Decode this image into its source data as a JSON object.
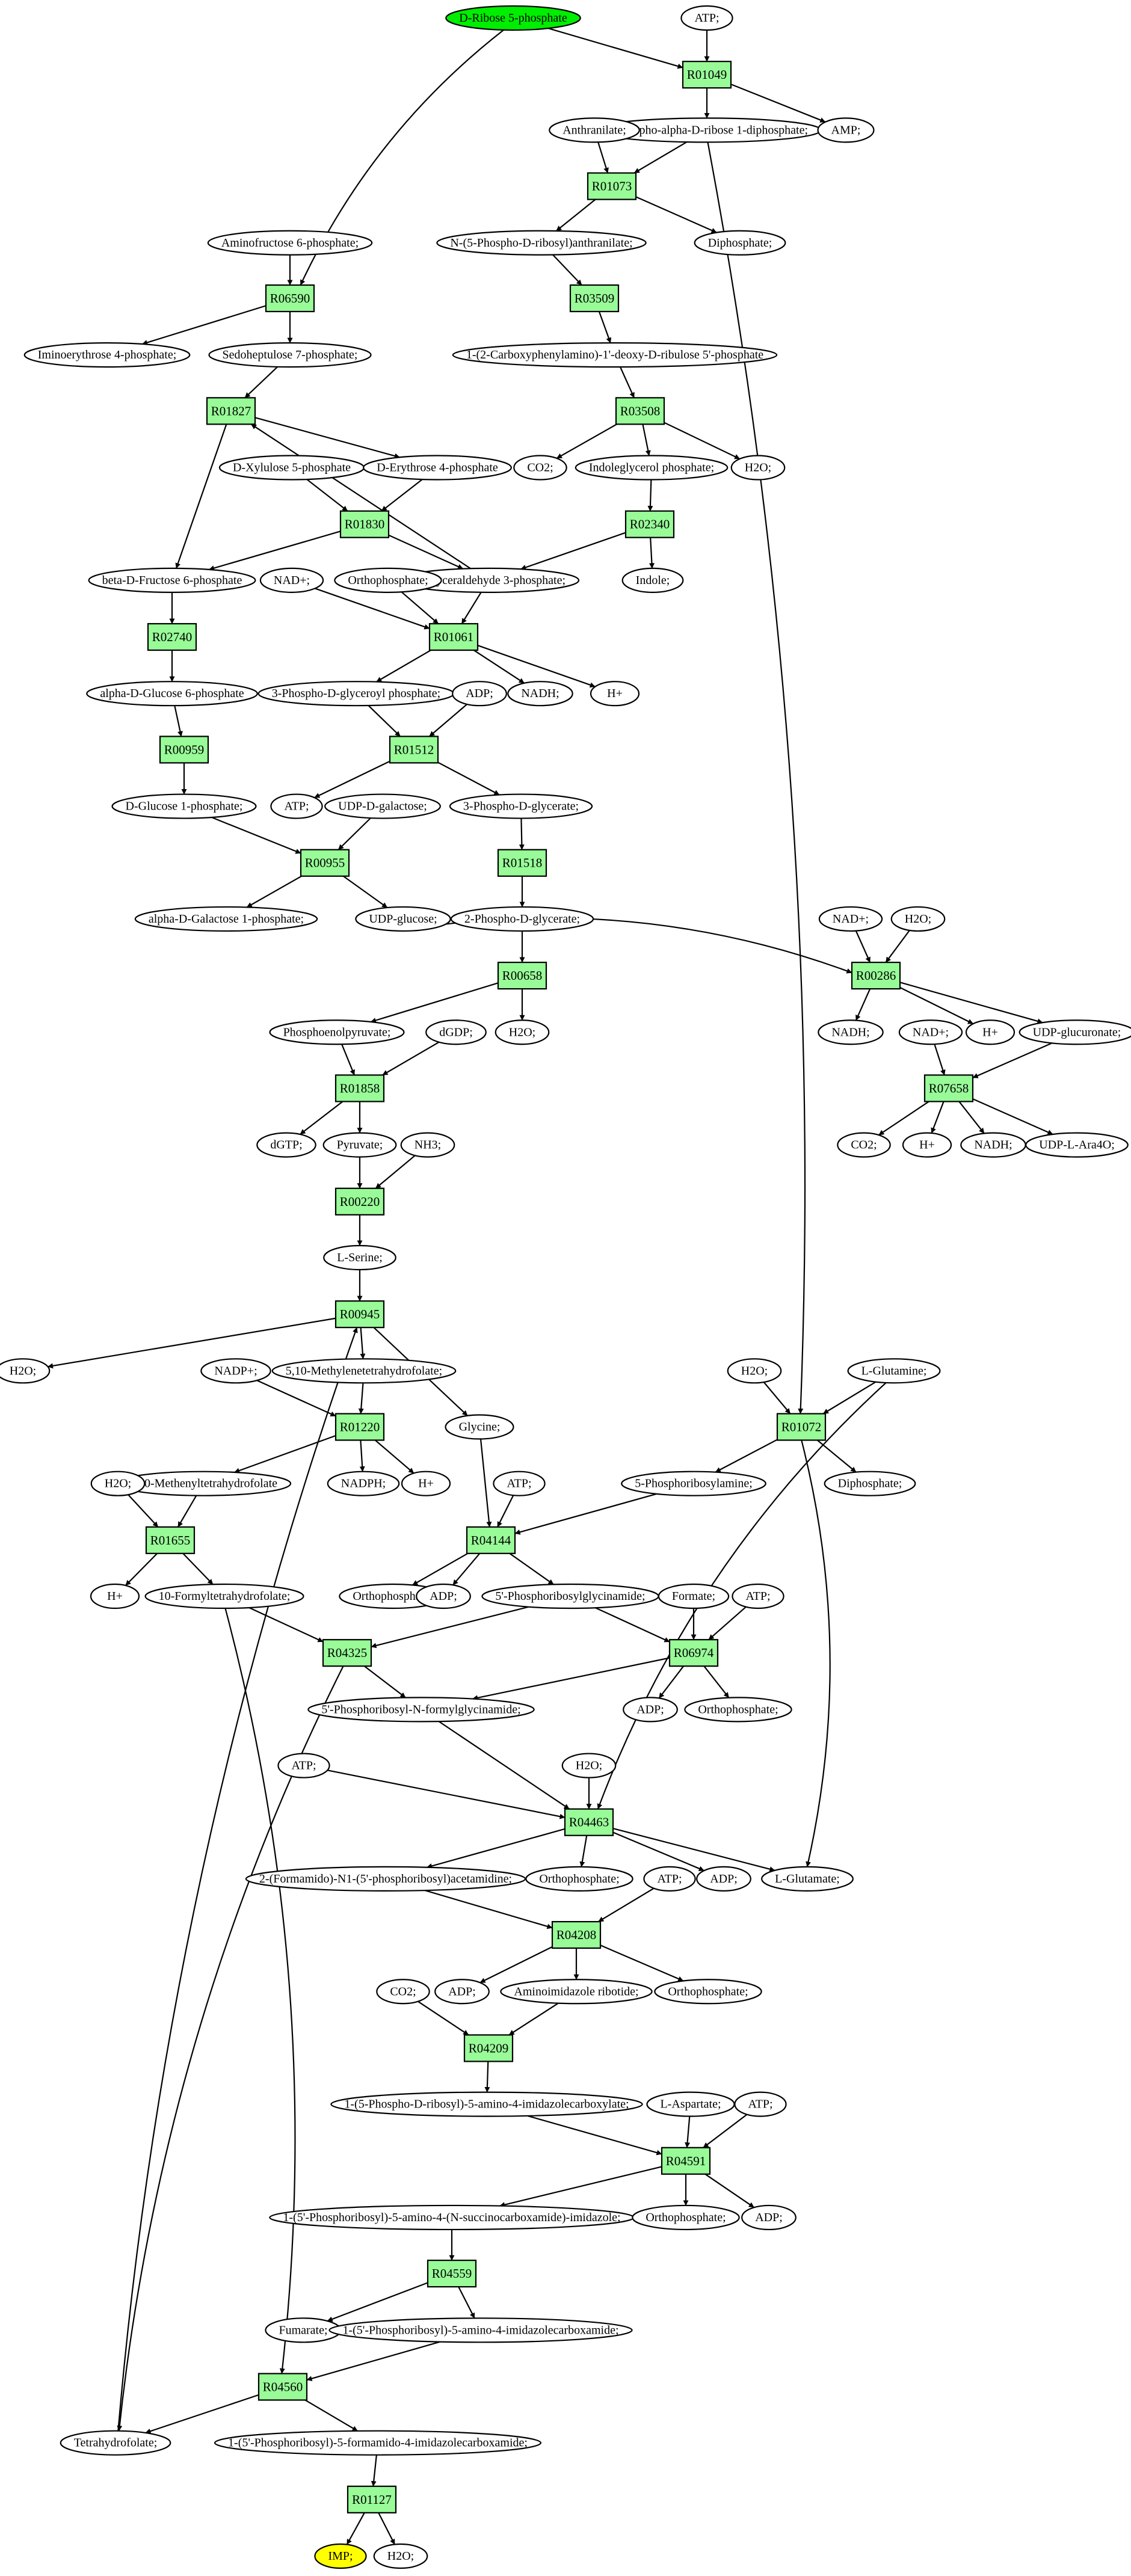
{
  "colors": {
    "source": "#00ee00",
    "target": "#ffff00",
    "reaction": "#98fb98",
    "compound": "#ffffff"
  },
  "compounds": [
    {
      "id": "c_ribose",
      "label": "D-Ribose 5-phosphate",
      "fill": "#00ee00"
    },
    {
      "id": "c_atp1",
      "label": "ATP;"
    },
    {
      "id": "c_prpp",
      "label": "5-Phospho-alpha-D-ribose 1-diphosphate;"
    },
    {
      "id": "c_amp",
      "label": "AMP;"
    },
    {
      "id": "c_anth",
      "label": "Anthranilate;"
    },
    {
      "id": "c_npra",
      "label": "N-(5-Phospho-D-ribosyl)anthranilate;"
    },
    {
      "id": "c_diph1",
      "label": "Diphosphate;"
    },
    {
      "id": "c_cdrp",
      "label": "1-(2-Carboxyphenylamino)-1'-deoxy-D-ribulose 5'-phosphate"
    },
    {
      "id": "c_co2a",
      "label": "CO2;"
    },
    {
      "id": "c_igp",
      "label": "Indoleglycerol phosphate;"
    },
    {
      "id": "c_h2o1",
      "label": "H2O;"
    },
    {
      "id": "c_indole",
      "label": "Indole;"
    },
    {
      "id": "c_amf6p",
      "label": "Aminofructose 6-phosphate;"
    },
    {
      "id": "c_ie4p",
      "label": "Iminoerythrose 4-phosphate;"
    },
    {
      "id": "c_s7p",
      "label": "Sedoheptulose 7-phosphate;"
    },
    {
      "id": "c_xu5p",
      "label": "D-Xylulose 5-phosphate"
    },
    {
      "id": "c_e4p",
      "label": "D-Erythrose 4-phosphate"
    },
    {
      "id": "c_f6p",
      "label": "beta-D-Fructose 6-phosphate"
    },
    {
      "id": "c_g3p",
      "label": "D-Glyceraldehyde 3-phosphate;"
    },
    {
      "id": "c_nad1",
      "label": "NAD+;"
    },
    {
      "id": "c_ortho1",
      "label": "Orthophosphate;"
    },
    {
      "id": "c_bpg",
      "label": "3-Phospho-D-glyceroyl phosphate;"
    },
    {
      "id": "c_nadh1",
      "label": "NADH;"
    },
    {
      "id": "c_h1",
      "label": "H+"
    },
    {
      "id": "c_g6p",
      "label": "alpha-D-Glucose 6-phosphate"
    },
    {
      "id": "c_adp1",
      "label": "ADP;"
    },
    {
      "id": "c_g1p",
      "label": "D-Glucose 1-phosphate;"
    },
    {
      "id": "c_atp2",
      "label": "ATP;"
    },
    {
      "id": "c_udpgal",
      "label": "UDP-D-galactose;"
    },
    {
      "id": "c_3pg",
      "label": "3-Phospho-D-glycerate;"
    },
    {
      "id": "c_gal1p",
      "label": "alpha-D-Galactose 1-phosphate;"
    },
    {
      "id": "c_udpglc",
      "label": "UDP-glucose;"
    },
    {
      "id": "c_2pg",
      "label": "2-Phospho-D-glycerate;"
    },
    {
      "id": "c_nad2",
      "label": "NAD+;"
    },
    {
      "id": "c_h2o2",
      "label": "H2O;"
    },
    {
      "id": "c_nadh2",
      "label": "NADH;"
    },
    {
      "id": "c_h2",
      "label": "H+"
    },
    {
      "id": "c_udpglcA",
      "label": "UDP-glucuronate;"
    },
    {
      "id": "c_nad3",
      "label": "NAD+;"
    },
    {
      "id": "c_pep",
      "label": "Phosphoenolpyruvate;"
    },
    {
      "id": "c_dgdp",
      "label": "dGDP;"
    },
    {
      "id": "c_h2o3",
      "label": "H2O;"
    },
    {
      "id": "c_co2b",
      "label": "CO2;"
    },
    {
      "id": "c_h3",
      "label": "H+"
    },
    {
      "id": "c_nadh3",
      "label": "NADH;"
    },
    {
      "id": "c_udpara",
      "label": "UDP-L-Ara4O;"
    },
    {
      "id": "c_dgtp",
      "label": "dGTP;"
    },
    {
      "id": "c_pyr",
      "label": "Pyruvate;"
    },
    {
      "id": "c_nh3",
      "label": "NH3;"
    },
    {
      "id": "c_ser",
      "label": "L-Serine;"
    },
    {
      "id": "c_h2o4",
      "label": "H2O;"
    },
    {
      "id": "c_nadp",
      "label": "NADP+;"
    },
    {
      "id": "c_mthf",
      "label": "5,10-Methylenetetrahydrofolate;"
    },
    {
      "id": "c_h2o5",
      "label": "H2O;"
    },
    {
      "id": "c_gln",
      "label": "L-Glutamine;"
    },
    {
      "id": "c_menthf",
      "label": "5,10-Methenyltetrahydrofolate"
    },
    {
      "id": "c_nadph",
      "label": "NADPH;"
    },
    {
      "id": "c_h4",
      "label": "H+"
    },
    {
      "id": "c_gly",
      "label": "Glycine;"
    },
    {
      "id": "c_pra",
      "label": "5-Phosphoribosylamine;"
    },
    {
      "id": "c_diph2",
      "label": "Diphosphate;"
    },
    {
      "id": "c_h2o6",
      "label": "H2O;"
    },
    {
      "id": "c_atp3",
      "label": "ATP;"
    },
    {
      "id": "c_h5",
      "label": "H+"
    },
    {
      "id": "c_fthf",
      "label": "10-Formyltetrahydrofolate;"
    },
    {
      "id": "c_ortho2",
      "label": "Orthophosphate;"
    },
    {
      "id": "c_adp2",
      "label": "ADP;"
    },
    {
      "id": "c_gar",
      "label": "5'-Phosphoribosylglycinamide;"
    },
    {
      "id": "c_formate",
      "label": "Formate;"
    },
    {
      "id": "c_atp4",
      "label": "ATP;"
    },
    {
      "id": "c_fgar",
      "label": "5'-Phosphoribosyl-N-formylglycinamide;"
    },
    {
      "id": "c_adp3",
      "label": "ADP;"
    },
    {
      "id": "c_ortho3",
      "label": "Orthophosphate;"
    },
    {
      "id": "c_atp5",
      "label": "ATP;"
    },
    {
      "id": "c_h2o7",
      "label": "H2O;"
    },
    {
      "id": "c_fgam",
      "label": "2-(Formamido)-N1-(5'-phosphoribosyl)acetamidine;"
    },
    {
      "id": "c_ortho4",
      "label": "Orthophosphate;"
    },
    {
      "id": "c_adp4",
      "label": "ADP;"
    },
    {
      "id": "c_glu",
      "label": "L-Glutamate;"
    },
    {
      "id": "c_atp6",
      "label": "ATP;"
    },
    {
      "id": "c_adp5",
      "label": "ADP;"
    },
    {
      "id": "c_air",
      "label": "Aminoimidazole ribotide;"
    },
    {
      "id": "c_ortho5",
      "label": "Orthophosphate;"
    },
    {
      "id": "c_co2c",
      "label": "CO2;"
    },
    {
      "id": "c_cair",
      "label": "1-(5-Phospho-D-ribosyl)-5-amino-4-imidazolecarboxylate;"
    },
    {
      "id": "c_asp",
      "label": "L-Aspartate;"
    },
    {
      "id": "c_atp7",
      "label": "ATP;"
    },
    {
      "id": "c_saicar",
      "label": "1-(5'-Phosphoribosyl)-5-amino-4-(N-succinocarboxamide)-imidazole;"
    },
    {
      "id": "c_ortho6",
      "label": "Orthophosphate;"
    },
    {
      "id": "c_adp6",
      "label": "ADP;"
    },
    {
      "id": "c_fum",
      "label": "Fumarate;"
    },
    {
      "id": "c_aicar",
      "label": "1-(5'-Phosphoribosyl)-5-amino-4-imidazolecarboxamide;"
    },
    {
      "id": "c_thf",
      "label": "Tetrahydrofolate;"
    },
    {
      "id": "c_faicar",
      "label": "1-(5'-Phosphoribosyl)-5-formamido-4-imidazolecarboxamide;"
    },
    {
      "id": "c_imp",
      "label": "IMP;",
      "fill": "#ffff00"
    },
    {
      "id": "c_h2o8",
      "label": "H2O;"
    }
  ],
  "reactions": [
    {
      "id": "r01049",
      "label": "R01049"
    },
    {
      "id": "r01073",
      "label": "R01073"
    },
    {
      "id": "r03509",
      "label": "R03509"
    },
    {
      "id": "r03508",
      "label": "R03508"
    },
    {
      "id": "r02340",
      "label": "R02340"
    },
    {
      "id": "r06590",
      "label": "R06590"
    },
    {
      "id": "r01827",
      "label": "R01827"
    },
    {
      "id": "r01830",
      "label": "R01830"
    },
    {
      "id": "r01061",
      "label": "R01061"
    },
    {
      "id": "r02740",
      "label": "R02740"
    },
    {
      "id": "r01512",
      "label": "R01512"
    },
    {
      "id": "r00959",
      "label": "R00959"
    },
    {
      "id": "r00955",
      "label": "R00955"
    },
    {
      "id": "r01518",
      "label": "R01518"
    },
    {
      "id": "r00658",
      "label": "R00658"
    },
    {
      "id": "r00286",
      "label": "R00286"
    },
    {
      "id": "r07658",
      "label": "R07658"
    },
    {
      "id": "r01858",
      "label": "R01858"
    },
    {
      "id": "r00220",
      "label": "R00220"
    },
    {
      "id": "r00945",
      "label": "R00945"
    },
    {
      "id": "r01220",
      "label": "R01220"
    },
    {
      "id": "r01072",
      "label": "R01072"
    },
    {
      "id": "r01655",
      "label": "R01655"
    },
    {
      "id": "r04144",
      "label": "R04144"
    },
    {
      "id": "r04325",
      "label": "R04325"
    },
    {
      "id": "r06974",
      "label": "R06974"
    },
    {
      "id": "r04463",
      "label": "R04463"
    },
    {
      "id": "r04208",
      "label": "R04208"
    },
    {
      "id": "r04209",
      "label": "R04209"
    },
    {
      "id": "r04591",
      "label": "R04591"
    },
    {
      "id": "r04559",
      "label": "R04559"
    },
    {
      "id": "r04560",
      "label": "R04560"
    },
    {
      "id": "r01127",
      "label": "R01127"
    }
  ],
  "edges": [
    [
      "c_ribose",
      "r01049"
    ],
    [
      "c_atp1",
      "r01049"
    ],
    [
      "r01049",
      "c_prpp"
    ],
    [
      "r01049",
      "c_amp"
    ],
    [
      "c_ribose",
      "r06590"
    ],
    [
      "c_prpp",
      "r01073"
    ],
    [
      "c_anth",
      "r01073"
    ],
    [
      "r01073",
      "c_npra"
    ],
    [
      "r01073",
      "c_diph1"
    ],
    [
      "c_prpp",
      "r01072"
    ],
    [
      "c_npra",
      "r03509"
    ],
    [
      "r03509",
      "c_cdrp"
    ],
    [
      "c_cdrp",
      "r03508"
    ],
    [
      "r03508",
      "c_co2a"
    ],
    [
      "r03508",
      "c_igp"
    ],
    [
      "r03508",
      "c_h2o1"
    ],
    [
      "c_igp",
      "r02340"
    ],
    [
      "r02340",
      "c_g3p"
    ],
    [
      "r02340",
      "c_indole"
    ],
    [
      "c_amf6p",
      "r06590"
    ],
    [
      "r06590",
      "c_ie4p"
    ],
    [
      "r06590",
      "c_s7p"
    ],
    [
      "c_s7p",
      "r01827"
    ],
    [
      "r01827",
      "c_e4p"
    ],
    [
      "r01827",
      "c_f6p"
    ],
    [
      "c_g3p",
      "r01827"
    ],
    [
      "c_xu5p",
      "r01830"
    ],
    [
      "c_e4p",
      "r01830"
    ],
    [
      "r01830",
      "c_f6p"
    ],
    [
      "r01830",
      "c_g3p"
    ],
    [
      "c_g3p",
      "r01061"
    ],
    [
      "c_nad1",
      "r01061"
    ],
    [
      "c_ortho1",
      "r01061"
    ],
    [
      "r01061",
      "c_bpg"
    ],
    [
      "r01061",
      "c_nadh1"
    ],
    [
      "r01061",
      "c_h1"
    ],
    [
      "c_f6p",
      "r02740"
    ],
    [
      "r02740",
      "c_g6p"
    ],
    [
      "c_bpg",
      "r01512"
    ],
    [
      "c_adp1",
      "r01512"
    ],
    [
      "r01512",
      "c_atp2"
    ],
    [
      "r01512",
      "c_3pg"
    ],
    [
      "c_g6p",
      "r00959"
    ],
    [
      "r00959",
      "c_g1p"
    ],
    [
      "c_g1p",
      "r00955"
    ],
    [
      "c_udpgal",
      "r00955"
    ],
    [
      "r00955",
      "c_gal1p"
    ],
    [
      "r00955",
      "c_udpglc"
    ],
    [
      "c_3pg",
      "r01518"
    ],
    [
      "r01518",
      "c_2pg"
    ],
    [
      "c_2pg",
      "r00658"
    ],
    [
      "r00658",
      "c_pep"
    ],
    [
      "r00658",
      "c_h2o3"
    ],
    [
      "c_udpglc",
      "r00286"
    ],
    [
      "c_nad2",
      "r00286"
    ],
    [
      "c_h2o2",
      "r00286"
    ],
    [
      "r00286",
      "c_nadh2"
    ],
    [
      "r00286",
      "c_h2"
    ],
    [
      "r00286",
      "c_udpglcA"
    ],
    [
      "c_udpglcA",
      "r07658"
    ],
    [
      "c_nad3",
      "r07658"
    ],
    [
      "r07658",
      "c_co2b"
    ],
    [
      "r07658",
      "c_h3"
    ],
    [
      "r07658",
      "c_nadh3"
    ],
    [
      "r07658",
      "c_udpara"
    ],
    [
      "c_pep",
      "r01858"
    ],
    [
      "c_dgdp",
      "r01858"
    ],
    [
      "r01858",
      "c_dgtp"
    ],
    [
      "r01858",
      "c_pyr"
    ],
    [
      "c_pyr",
      "r00220"
    ],
    [
      "c_nh3",
      "r00220"
    ],
    [
      "r00220",
      "c_ser"
    ],
    [
      "c_ser",
      "r00945"
    ],
    [
      "c_thf",
      "r00945"
    ],
    [
      "r00945",
      "c_h2o4"
    ],
    [
      "r00945",
      "c_mthf"
    ],
    [
      "r00945",
      "c_gly"
    ],
    [
      "c_mthf",
      "r01220"
    ],
    [
      "c_nadp",
      "r01220"
    ],
    [
      "r01220",
      "c_menthf"
    ],
    [
      "r01220",
      "c_nadph"
    ],
    [
      "r01220",
      "c_h4"
    ],
    [
      "c_h2o5",
      "r01072"
    ],
    [
      "c_gln",
      "r01072"
    ],
    [
      "r01072",
      "c_pra"
    ],
    [
      "r01072",
      "c_diph2"
    ],
    [
      "r01072",
      "c_glu"
    ],
    [
      "c_gln",
      "r04463"
    ],
    [
      "c_menthf",
      "r01655"
    ],
    [
      "c_h2o6",
      "r01655"
    ],
    [
      "r01655",
      "c_h5"
    ],
    [
      "r01655",
      "c_fthf"
    ],
    [
      "c_pra",
      "r04144"
    ],
    [
      "c_gly",
      "r04144"
    ],
    [
      "c_atp3",
      "r04144"
    ],
    [
      "r04144",
      "c_ortho2"
    ],
    [
      "r04144",
      "c_adp2"
    ],
    [
      "r04144",
      "c_gar"
    ],
    [
      "c_fthf",
      "r04325"
    ],
    [
      "c_gar",
      "r04325"
    ],
    [
      "r04325",
      "c_fgar"
    ],
    [
      "r04325",
      "c_thf"
    ],
    [
      "c_fthf",
      "r04560"
    ],
    [
      "c_gar",
      "r06974"
    ],
    [
      "c_formate",
      "r06974"
    ],
    [
      "c_atp4",
      "r06974"
    ],
    [
      "r06974",
      "c_fgar"
    ],
    [
      "r06974",
      "c_adp3"
    ],
    [
      "r06974",
      "c_ortho3"
    ],
    [
      "c_fgar",
      "r04463"
    ],
    [
      "c_atp5",
      "r04463"
    ],
    [
      "c_h2o7",
      "r04463"
    ],
    [
      "r04463",
      "c_fgam"
    ],
    [
      "r04463",
      "c_ortho4"
    ],
    [
      "r04463",
      "c_adp4"
    ],
    [
      "r04463",
      "c_glu"
    ],
    [
      "c_fgam",
      "r04208"
    ],
    [
      "c_atp6",
      "r04208"
    ],
    [
      "r04208",
      "c_adp5"
    ],
    [
      "r04208",
      "c_air"
    ],
    [
      "r04208",
      "c_ortho5"
    ],
    [
      "c_air",
      "r04209"
    ],
    [
      "c_co2c",
      "r04209"
    ],
    [
      "r04209",
      "c_cair"
    ],
    [
      "c_cair",
      "r04591"
    ],
    [
      "c_asp",
      "r04591"
    ],
    [
      "c_atp7",
      "r04591"
    ],
    [
      "r04591",
      "c_saicar"
    ],
    [
      "r04591",
      "c_ortho6"
    ],
    [
      "r04591",
      "c_adp6"
    ],
    [
      "c_saicar",
      "r04559"
    ],
    [
      "r04559",
      "c_fum"
    ],
    [
      "r04559",
      "c_aicar"
    ],
    [
      "c_aicar",
      "r04560"
    ],
    [
      "r04560",
      "c_thf"
    ],
    [
      "r04560",
      "c_faicar"
    ],
    [
      "c_faicar",
      "r01127"
    ],
    [
      "r01127",
      "c_imp"
    ],
    [
      "r01127",
      "c_h2o8"
    ]
  ]
}
